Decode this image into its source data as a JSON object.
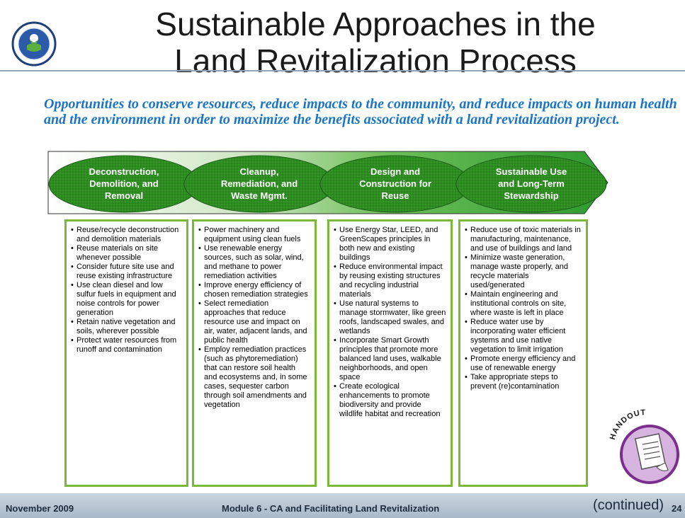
{
  "title": {
    "line1": "Sustainable Approaches in the",
    "line2": "Land Revitalization Process"
  },
  "subtitle": "Opportunities to conserve resources, reduce impacts to the community, and reduce impacts on human health and the environment in order to maximize the benefits associated with a land revitalization project.",
  "stages": [
    {
      "line1": "Deconstruction,",
      "line2": "Demolition, and",
      "line3": "Removal"
    },
    {
      "line1": "Cleanup,",
      "line2": "Remediation, and",
      "line3": "Waste Mgmt."
    },
    {
      "line1": "Design and",
      "line2": "Construction for",
      "line3": "Reuse"
    },
    {
      "line1": "Sustainable Use",
      "line2": "and Long-Term",
      "line3": "Stewardship"
    }
  ],
  "columns": [
    {
      "items": [
        "Reuse/recycle deconstruction and demolition materials",
        "Reuse materials on site whenever possible",
        "Consider future site use and reuse existing infrastructure",
        "Use clean diesel and low sulfur fuels in equipment and noise controls for power generation",
        "Retain native vegetation and soils, wherever possible",
        "Protect water resources from runoff and contamination"
      ]
    },
    {
      "items": [
        "Power machinery and equipment using clean fuels",
        "Use renewable energy sources, such as solar, wind, and methane to power remediation activities",
        "Improve energy efficiency of chosen remediation strategies",
        "Select remediation approaches that reduce resource use and impact on air, water, adjacent lands, and public health",
        "Employ remediation practices (such as phytoremediation) that can restore soil health and ecosystems and, in some cases, sequester carbon through soil amendments and vegetation"
      ]
    },
    {
      "items": [
        "Use Energy Star, LEED, and GreenScapes principles in both new and existing buildings",
        "Reduce environmental impact by reusing existing structures and recycling industrial materials",
        "Use natural systems to manage stormwater, like green roofs, landscaped swales, and wetlands",
        "Incorporate Smart Growth principles that promote more balanced land uses, walkable neighborhoods, and open space",
        "Create ecological enhancements to promote biodiversity and provide wildlife habitat and recreation"
      ]
    },
    {
      "items": [
        "Reduce use of toxic materials in manufacturing, maintenance, and use of buildings and land",
        "Minimize waste generation, manage waste properly, and recycle materials used/generated",
        "Maintain engineering and institutional controls on site, where waste is left in place",
        "Reduce water use by incorporating water efficient systems and use native vegetation to limit irrigation",
        "Promote energy efficiency and use of renewable energy",
        "Take appropriate steps to prevent (re)contamination"
      ]
    }
  ],
  "handout_label": "HANDOUT",
  "footer": {
    "date": "November 2009",
    "module": "Module 6 - CA and Facilitating Land Revitalization",
    "continued": "(continued)",
    "page": "24"
  },
  "colors": {
    "subtitle": "#1a74c8",
    "ellipse_green": "#2e8b22",
    "column_border": "#7ab83a",
    "footer": "#a9b9c9"
  }
}
